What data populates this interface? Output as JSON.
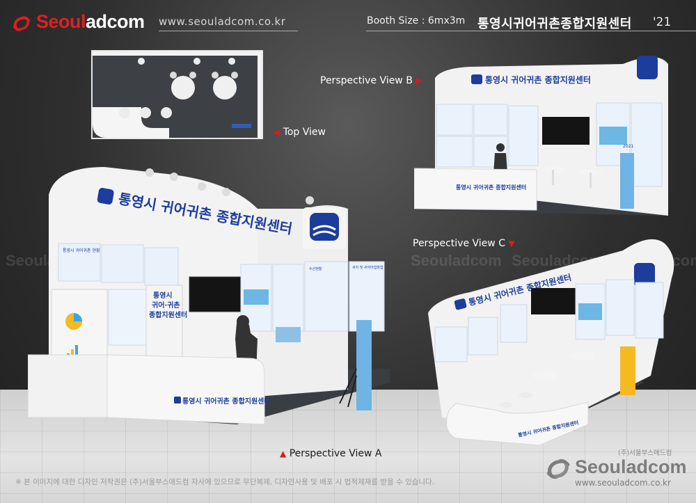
{
  "header": {
    "logo_red": "Seoul",
    "logo_white": "adcom",
    "url": "www.seouladcom.co.kr",
    "booth_size": "Booth Size : 6mx3m",
    "title": "통영시귀어귀촌종합지원센터",
    "year": "'21"
  },
  "views": {
    "top": "Top View",
    "a": "Perspective View A",
    "b": "Perspective View B",
    "c": "Perspective View C"
  },
  "booth": {
    "sign": "통영시 귀어귀촌 종합지원센터",
    "counter_sign": "통영시 귀어귀촌 종합지원센터",
    "counter_panel_line1": "통영시",
    "counter_panel_line2": "귀어·귀촌",
    "counter_panel_line3": "종합지원센터",
    "panel_title_1": "통영시 귀어귀촌 현황",
    "panel_title_2": "수산현황",
    "panel_title_3": "귀어 및 귀어어업창업",
    "banner_year": "2021"
  },
  "watermark": "Seouladcom",
  "footer": {
    "copyright": "※ 본 이미지에 대한 디자인 저작권은 (주)서울부스애드컴 자사에 있으므로 무단복제, 디자인사용 및 배포 시 법적제재를 받을 수 있습니다.",
    "company_kor": "(주)서울부스애드컴",
    "brand": "Seouladcom",
    "url": "www.seouladcom.co.kr"
  },
  "colors": {
    "brand_red": "#e02020",
    "booth_blue": "#1c3d9c",
    "carpet": "#3a3d42"
  }
}
